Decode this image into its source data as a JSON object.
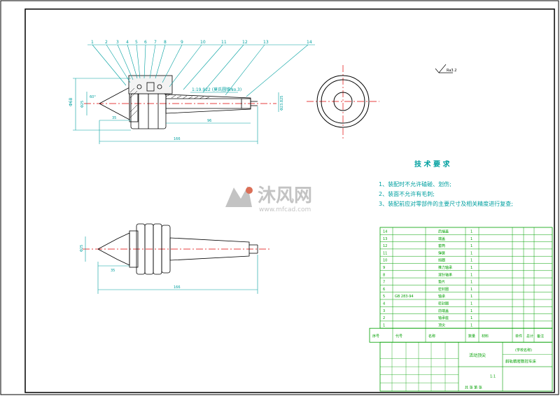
{
  "colors": {
    "line": "#000000",
    "dim": "#00a0a0",
    "center": "#e00000",
    "table": "#00a000",
    "watermark": "#b0b0b0",
    "watermark_accent": "#d04020"
  },
  "top_view": {
    "callouts": [
      "1",
      "2",
      "3",
      "4",
      "5",
      "6",
      "7",
      "8",
      "9",
      "10",
      "11",
      "12",
      "13",
      "14"
    ],
    "dims": {
      "d_left": "Φ68",
      "d_small": "Φ25",
      "angle": "60°",
      "len_tip": "35",
      "len_taper": "96",
      "total": "166",
      "taper_note": "1:19.922 (莫氏圆锥No.3)",
      "d_right": "Φ23.825"
    }
  },
  "roughness": "Ra3.2",
  "requirements": {
    "title": "技 术 要 求",
    "items": [
      "1、装配时不允许磕碰、划伤;",
      "2、装面不允许有毛刺;",
      "3、装配前应对零部件的主要尺寸及相关精度进行复查;"
    ]
  },
  "bottom_view": {
    "dims": {
      "d": "Φ25",
      "tip": "35",
      "total": "166"
    }
  },
  "watermark": {
    "cn": "沐风网",
    "url": "www.mfcad.com"
  },
  "bom": {
    "rows": [
      {
        "no": "14",
        "code": "",
        "name": "后端盖",
        "qty": "1"
      },
      {
        "no": "13",
        "code": "",
        "name": "端盖",
        "qty": "1"
      },
      {
        "no": "12",
        "code": "",
        "name": "套筒",
        "qty": "1"
      },
      {
        "no": "11",
        "code": "",
        "name": "弹簧",
        "qty": "1"
      },
      {
        "no": "10",
        "code": "",
        "name": "挡圈",
        "qty": "1"
      },
      {
        "no": "9",
        "code": "",
        "name": "推力轴承",
        "qty": "1"
      },
      {
        "no": "8",
        "code": "",
        "name": "滚针轴承",
        "qty": "1"
      },
      {
        "no": "7",
        "code": "",
        "name": "垫片",
        "qty": "1"
      },
      {
        "no": "6",
        "code": "",
        "name": "密封圈",
        "qty": "1"
      },
      {
        "no": "5",
        "code": "GB 283-94",
        "name": "轴承",
        "qty": "1"
      },
      {
        "no": "4",
        "code": "",
        "name": "密封圈",
        "qty": "1"
      },
      {
        "no": "3",
        "code": "",
        "name": "前端盖",
        "qty": "1"
      },
      {
        "no": "2",
        "code": "",
        "name": "轴承座",
        "qty": "1"
      },
      {
        "no": "1",
        "code": "",
        "name": "顶尖",
        "qty": "1"
      }
    ],
    "header": [
      "序号",
      "代号",
      "名称",
      "数量",
      "材料",
      "单件",
      "总计",
      "备注"
    ],
    "title_block": {
      "school": "(学校名称)",
      "drawing_name": "斜轨精密数控车床",
      "part_title": "活动顶尖",
      "scale": "1:1",
      "sheet": "共 张 第 张"
    }
  }
}
